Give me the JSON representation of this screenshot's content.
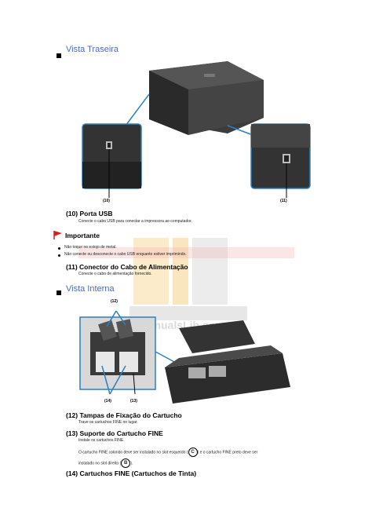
{
  "rear_section": {
    "title": "Vista Traseira"
  },
  "rear_callouts": {
    "c10": "(10)",
    "c11": "(11)"
  },
  "item10": {
    "num": "(10)",
    "title": "Porta USB",
    "desc": "Conecte o cabo USB para conectar a impressora ao computador."
  },
  "important": {
    "title": "Importante",
    "bullets": [
      "Não toque no estojo de metal.",
      "Não conecte ou desconecte o cabo USB enquanto estiver imprimindo."
    ]
  },
  "item11": {
    "num": "(11)",
    "title": "Conector do Cabo de Alimentação",
    "desc": "Conecte o cabo de alimentação fornecido."
  },
  "internal_section": {
    "title": "Vista Interna"
  },
  "internal_callouts": {
    "c12": "(12)",
    "c13": "(13)",
    "c14": "(14)"
  },
  "item12": {
    "num": "(12)",
    "title": "Tampas de Fixação do Cartucho",
    "desc": "Trave os cartuchos FINE no lugar."
  },
  "item13": {
    "num": "(13)",
    "title": "Suporte do Cartucho FINE",
    "desc": "Instale os cartuchos FINE.",
    "note_part1": "O cartucho FINE colorido deve ser instalado no slot esquerdo (",
    "note_c": "C",
    "note_part2": ") e o cartucho FINE preto deve ser",
    "note_part3": "instalado no slot direito (",
    "note_b": "B",
    "note_part4": ")."
  },
  "item14": {
    "num": "(14)",
    "title": "Cartuchos FINE (Cartuchos de Tinta)"
  },
  "watermark": {
    "text": "ManualsLib.com"
  },
  "colors": {
    "title_blue": "#4a6cc2",
    "flag_red": "#d42020",
    "watermark_orange": "#f5c86a"
  }
}
